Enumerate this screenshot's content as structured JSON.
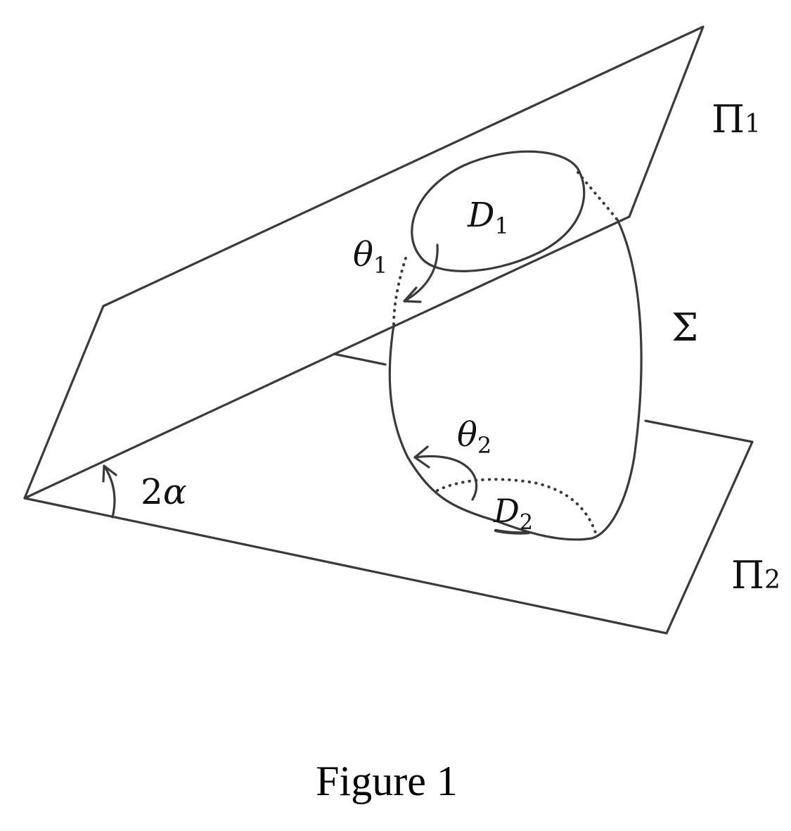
{
  "labels": {
    "plane_upper": {
      "symbol": "Π",
      "subscript": "1"
    },
    "plane_lower": {
      "symbol": "Π",
      "subscript": "2"
    },
    "disk_upper": {
      "symbol": "D",
      "subscript": "1"
    },
    "disk_lower": {
      "symbol": "D",
      "subscript": "2"
    },
    "angle_upper": {
      "symbol": "θ",
      "subscript": "1"
    },
    "angle_lower": {
      "symbol": "θ",
      "subscript": "2"
    },
    "surface": "Σ",
    "wedge_angle": {
      "coefficient": "2",
      "symbol": "α"
    }
  },
  "caption": "Figure 1"
}
